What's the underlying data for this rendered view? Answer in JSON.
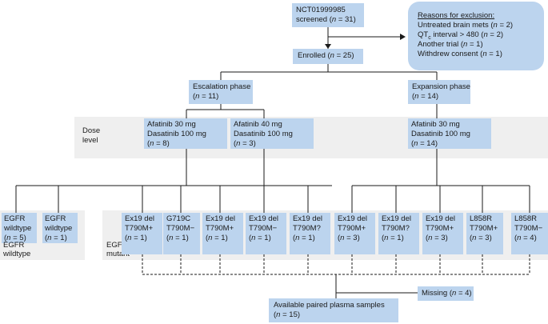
{
  "screened": {
    "line1": "NCT01999985",
    "line2_prefix": "screened (",
    "n": "n",
    "line2_suffix": " = 31)"
  },
  "exclusion": {
    "title": "Reasons for exclusion:",
    "l1_prefix": "Untreated brain mets (",
    "l1_suffix": " = 2)",
    "l2_qt": "QT",
    "l2_sub": "c",
    "l2_mid": " interval > 480 (",
    "l2_suffix": " = 2)",
    "l3_prefix": "Another trial (",
    "l3_suffix": " = 1)",
    "l4_prefix": "Withdrew consent (",
    "l4_suffix": " = 1)"
  },
  "enrolled": {
    "prefix": "Enrolled (",
    "suffix": " = 25)"
  },
  "escalation": {
    "line1": "Escalation phase",
    "line2_prefix": "(",
    "line2_suffix": " = 11)"
  },
  "expansion": {
    "line1": "Expansion phase",
    "line2_prefix": "(",
    "line2_suffix": " = 14)"
  },
  "dose_label": {
    "line1": "Dose",
    "line2": "level"
  },
  "dose1": {
    "line1": "Afatinib 30 mg",
    "line2": "Dasatinib 100 mg",
    "line3_prefix": "(",
    "line3_suffix": " = 8)"
  },
  "dose2": {
    "line1": "Afatinib 40 mg",
    "line2": "Dasatinib 100 mg",
    "line3_prefix": "(",
    "line3_suffix": " = 3)"
  },
  "dose3": {
    "line1": "Afatinib 30 mg",
    "line2": "Dasatinib 100 mg",
    "line3_prefix": "(",
    "line3_suffix": " = 14)"
  },
  "wt_label": {
    "line1": "EGFR",
    "line2": "wildtype"
  },
  "mut_label": {
    "line1": "EGFR",
    "line2": "mutant"
  },
  "wt1": {
    "line1": "EGFR",
    "line2": "wildtype",
    "line3_prefix": "(",
    "line3_suffix": " = 5)"
  },
  "wt2": {
    "line1": "EGFR",
    "line2": "wildtype",
    "line3_prefix": "(",
    "line3_suffix": " = 1)"
  },
  "m1": {
    "line1": "Ex19 del",
    "line2": "T790M+",
    "line3_prefix": "(",
    "line3_suffix": " = 1)"
  },
  "m2": {
    "line1": "G719C",
    "line2": "T790M−",
    "line3_prefix": "(",
    "line3_suffix": " = 1)"
  },
  "m3": {
    "line1": "Ex19 del",
    "line2": "T790M+",
    "line3_prefix": "(",
    "line3_suffix": " = 1)"
  },
  "m4": {
    "line1": "Ex19 del",
    "line2": "T790M−",
    "line3_prefix": "(",
    "line3_suffix": " = 1)"
  },
  "m5": {
    "line1": "Ex19 del",
    "line2": "T790M?",
    "line3_prefix": "(",
    "line3_suffix": " = 1)"
  },
  "m6": {
    "line1": "Ex19 del",
    "line2": "T790M+",
    "line3_prefix": "(",
    "line3_suffix": " = 3)"
  },
  "m7": {
    "line1": "Ex19 del",
    "line2": "T790M?",
    "line3_prefix": "(",
    "line3_suffix": " = 1)"
  },
  "m8": {
    "line1": "Ex19 del",
    "line2": "T790M+",
    "line3_prefix": "(",
    "line3_suffix": " = 3)"
  },
  "m9": {
    "line1": "L858R",
    "line2": "T790M+",
    "line3_prefix": "(",
    "line3_suffix": " = 3)"
  },
  "m10": {
    "line1": "L858R",
    "line2": "T790M−",
    "line3_prefix": "(",
    "line3_suffix": " = 4)"
  },
  "missing": {
    "prefix": "Missing (",
    "suffix": " = 4)"
  },
  "available": {
    "line1": "Available paired plasma samples",
    "line2_prefix": "(",
    "line2_suffix": " = 15)"
  },
  "colors": {
    "box": "#bcd4ee",
    "panel": "#efefef",
    "line": "#1a1a1a"
  }
}
